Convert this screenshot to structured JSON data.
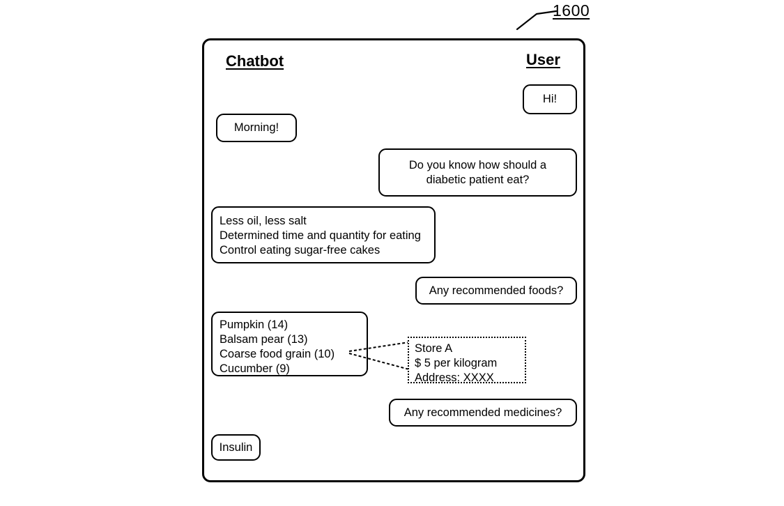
{
  "figure": {
    "reference_number": "1600"
  },
  "chat": {
    "columns": {
      "left_label": "Chatbot",
      "right_label": "User"
    },
    "messages": [
      {
        "sender": "user",
        "text": "Hi!"
      },
      {
        "sender": "chatbot",
        "text": "Morning!"
      },
      {
        "sender": "user",
        "text": "Do you know how should a\ndiabetic patient eat?"
      },
      {
        "sender": "chatbot",
        "text": "Less oil, less salt\nDetermined time and quantity for eating\nControl eating sugar-free cakes"
      },
      {
        "sender": "user",
        "text": "Any recommended foods?"
      },
      {
        "sender": "chatbot",
        "text": "Pumpkin (14)\nBalsam pear (13)\nCoarse food grain (10)\nCucumber (9)"
      },
      {
        "sender": "user",
        "text": "Any recommended medicines?"
      },
      {
        "sender": "chatbot",
        "text": "Insulin"
      }
    ]
  },
  "callout": {
    "store_name": "Store A",
    "price": "$ 5 per kilogram",
    "address": "Address: XXXX",
    "text": "Store A\n$ 5 per kilogram\nAddress: XXXX"
  },
  "colors": {
    "stroke": "#000000",
    "background": "#ffffff"
  }
}
